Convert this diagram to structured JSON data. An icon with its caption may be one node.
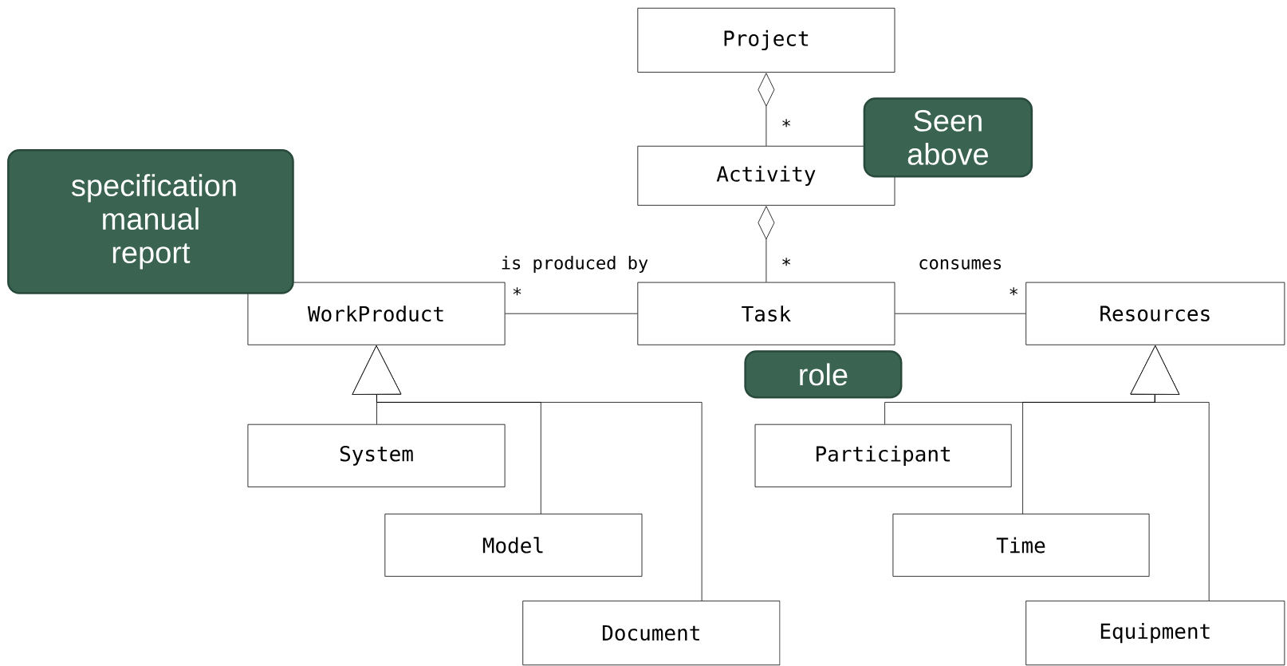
{
  "diagram": {
    "nodes": [
      {
        "text": [
          "Project"
        ]
      },
      {
        "text": [
          "Activity"
        ]
      },
      {
        "text": [
          "Task"
        ]
      },
      {
        "text": [
          "WorkProduct"
        ]
      },
      {
        "text": [
          "Resources"
        ]
      },
      {
        "text": [
          "System"
        ]
      },
      {
        "text": [
          "Model"
        ]
      },
      {
        "text": [
          "Document"
        ]
      },
      {
        "text": [
          "Participant"
        ]
      },
      {
        "text": [
          "Time"
        ]
      },
      {
        "text": [
          "Equipment"
        ]
      },
      {
        "text": [
          "specification manual report"
        ]
      },
      {
        "text": [
          "Seen above"
        ]
      },
      {
        "text": [
          "role"
        ]
      }
    ],
    "edges": [
      {
        "from": 1,
        "to": 0,
        "arrow": "other",
        "label": "*"
      },
      {
        "from": 2,
        "to": 1,
        "arrow": "other",
        "label": "*"
      },
      {
        "from": 2,
        "to": 3,
        "arrow": "none",
        "label": "is produced by"
      },
      {
        "from": 2,
        "to": 4,
        "arrow": "none",
        "label": "consumes"
      },
      {
        "from": 5,
        "to": 3,
        "arrow": "to"
      },
      {
        "from": 6,
        "to": 3,
        "arrow": "to"
      },
      {
        "from": 7,
        "to": 3,
        "arrow": "to"
      },
      {
        "from": 8,
        "to": 4,
        "arrow": "to"
      },
      {
        "from": 9,
        "to": 4,
        "arrow": "to"
      },
      {
        "from": 10,
        "to": 4,
        "arrow": "to"
      }
    ],
    "labels": [
      "*",
      "*"
    ]
  }
}
